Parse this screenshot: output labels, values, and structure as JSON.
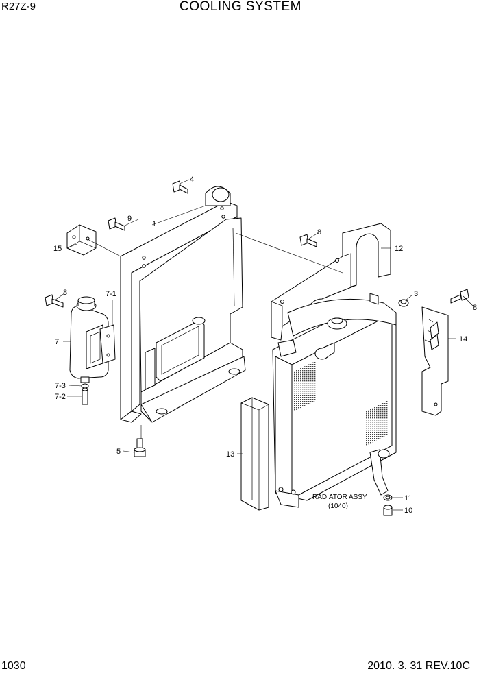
{
  "header": {
    "model": "R27Z-9",
    "title": "COOLING SYSTEM"
  },
  "footer": {
    "page_number": "1030",
    "revision": "2010. 3. 31 REV.10C"
  },
  "callouts": {
    "c1": "1",
    "c3": "3",
    "c4": "4",
    "c5": "5",
    "c7": "7",
    "c7_1": "7-1",
    "c7_2": "7-2",
    "c7_3": "7-3",
    "c8a": "8",
    "c8b": "8",
    "c8c": "8",
    "c9": "9",
    "c10": "10",
    "c11": "11",
    "c12": "12",
    "c13": "13",
    "c14": "14",
    "c15": "15"
  },
  "assembly": {
    "name": "RADIATOR ASSY",
    "ref": "(1040)"
  }
}
